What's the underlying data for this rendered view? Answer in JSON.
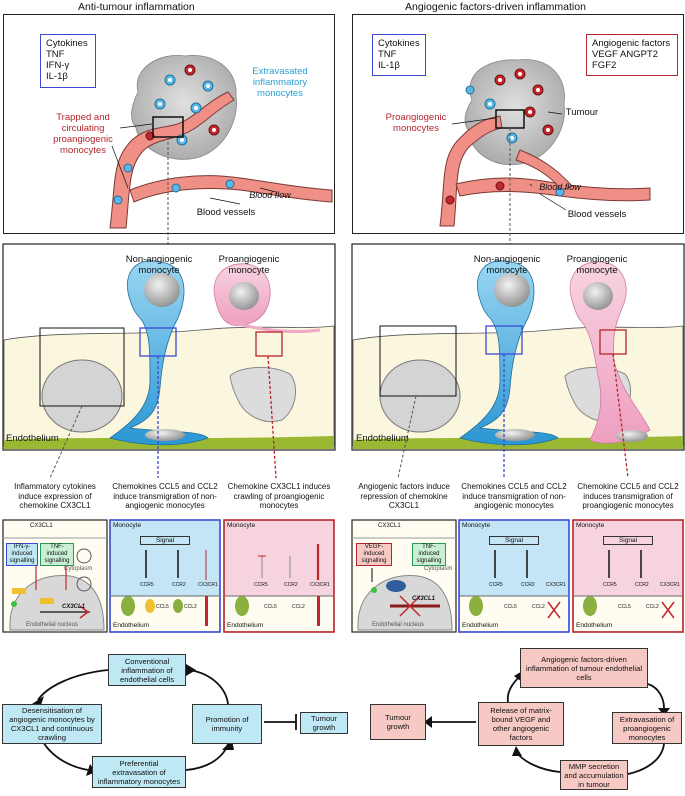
{
  "headers": {
    "left": "Anti-tumour inflammation",
    "right": "Angiogenic factors-driven inflammation"
  },
  "top_left": {
    "cytokines": [
      "Cytokines",
      "TNF",
      "IFN-γ",
      "IL-1β"
    ],
    "extravasated": "Extravasated inflammatory monocytes",
    "trapped": "Trapped and circulating proangiogenic monocytes",
    "blood_flow": "Blood flow",
    "blood_vessels": "Blood vessels"
  },
  "top_right": {
    "cytokines": [
      "Cytokines",
      "TNF",
      "IL-1β"
    ],
    "angiogenic": [
      "Angiogenic factors",
      "VEGF ANGPT2",
      "FGF2"
    ],
    "proangiogenic": "Proangiogenic monocytes",
    "tumour": "Tumour",
    "blood_flow": "Blood flow",
    "blood_vessels": "Blood vessels"
  },
  "mid": {
    "non_angiogenic": "Non-angiogenic monocyte",
    "proangiogenic": "Proangiogenic monocyte",
    "endothelium": "Endothelium"
  },
  "captions_left": [
    "Inflammatory cytokines induce expression of chemokine CX3CL1",
    "Chemokines CCL5 and CCL2 induce transmigration of non-angiogenic monocytes",
    "Chemokine CX3CL1 induces crawling of proangiogenic monocytes"
  ],
  "captions_right": [
    "Angiogenic factors induce repression of chemokine CX3CL1",
    "Chemokines CCL5 and CCL2 induce transmigration of non-angiogenic monocytes",
    "Chemokine CCL5 and CCL2 induces transmigration of proangiogenic monocytes"
  ],
  "detail": {
    "cx3cl1": "CX3CL1",
    "ifn_sig": "IFN-γ-induced signalling",
    "tnf_sig": "TNF-induced signalling",
    "vegf_sig": "VEGF-induced signalling",
    "cytoplasm": "Cytoplasm",
    "nucleus": "Endothelial nucleus",
    "gene": "CX3CL1",
    "monocyte": "Monocyte",
    "signal": "Signal",
    "endothelium": "Endothelium",
    "ccr5": "CCR5",
    "ccr2": "CCR2",
    "cx3cr1": "CX3CR1",
    "ccl5": "CCL5",
    "ccl2": "CCL2"
  },
  "cycle_left": {
    "conventional": "Conventional inflammation of endothelial cells",
    "desensitisation": "Desensitisation of angiogenic monocytes by CX3CL1 and continuous crawling",
    "promotion": "Promotion of immunity",
    "preferential": "Preferential extravasation of inflammatory monocytes",
    "tumour_growth": "Tumour growth"
  },
  "cycle_right": {
    "angio_driven": "Angiogenic factors-driven inflammation of tumour endothelial cells",
    "tumour_growth": "Tumour growth",
    "release": "Release of matrix-bound VEGF and other angiogenic factors",
    "extravasation": "Extravasation of proangiogenic monocytes",
    "mmp": "MMP secretion and accumulation in tumour"
  },
  "colors": {
    "cyan_box": "#bfe8f5",
    "pink_box": "#f7c9c4",
    "blue_border": "#3b4bd1",
    "red_border": "#b5252b",
    "vessel": "#f08f86",
    "endothelium": "#fbf7df",
    "blue_cell": "#3ea6dd",
    "pink_cell": "#f4b3cf"
  }
}
